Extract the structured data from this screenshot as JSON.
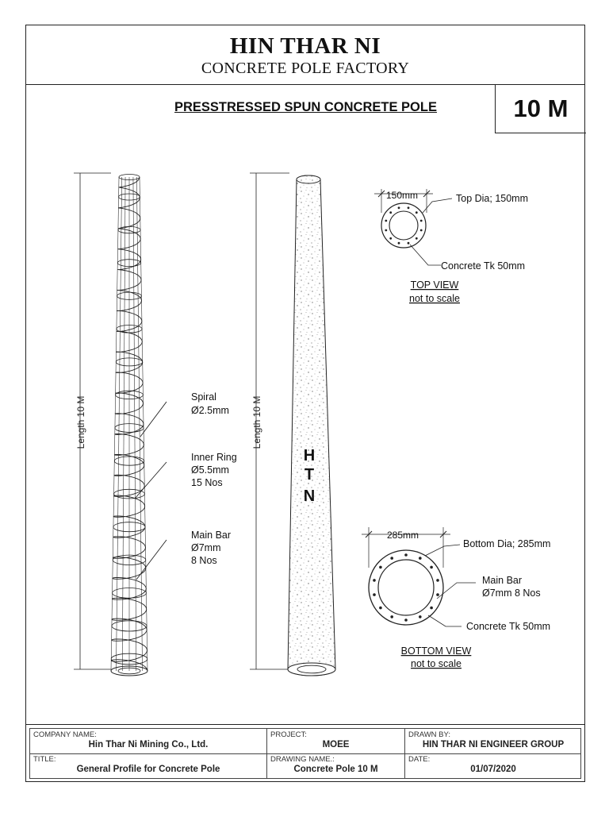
{
  "header": {
    "company": "HIN THAR NI",
    "factory": "CONCRETE POLE FACTORY"
  },
  "drawing": {
    "title": "PRESSTRESSED SPUN CONCRETE POLE",
    "size": "10 M"
  },
  "left_pole": {
    "length_label": "Length 10 M",
    "spiral": [
      "Spiral",
      "Ø2.5mm"
    ],
    "inner_ring": [
      "Inner Ring",
      "Ø5.5mm",
      "15 Nos"
    ],
    "main_bar": [
      "Main Bar",
      "Ø7mm",
      "8 Nos"
    ]
  },
  "right_pole": {
    "length_label": "Length 10 M",
    "mark": [
      "H",
      "T",
      "N"
    ]
  },
  "top_view": {
    "dim": "150mm",
    "dia_label": "Top Dia; 150mm",
    "concrete": "Concrete Tk 50mm",
    "caption": "TOP VIEW",
    "scale": "not to scale"
  },
  "bottom_view": {
    "dim": "285mm",
    "dia_label": "Bottom Dia; 285mm",
    "main_bar": [
      "Main Bar",
      "Ø7mm 8 Nos"
    ],
    "concrete": "Concrete Tk 50mm",
    "caption": "BOTTOM VIEW",
    "scale": "not to scale"
  },
  "title_block": {
    "company_label": "COMPANY NAME:",
    "company_value": "Hin Thar Ni Mining Co., Ltd.",
    "project_label": "PROJECT:",
    "project_value": "MOEE",
    "drawn_label": "DRAWN BY:",
    "drawn_value": "HIN THAR NI ENGINEER GROUP",
    "title_label": "TITLE:",
    "title_value": "General Profile for Concrete Pole",
    "drawing_name_label": "DRAWING NAME.:",
    "drawing_name_value": "Concrete Pole 10 M",
    "date_label": "DATE:",
    "date_value": "01/07/2020"
  }
}
